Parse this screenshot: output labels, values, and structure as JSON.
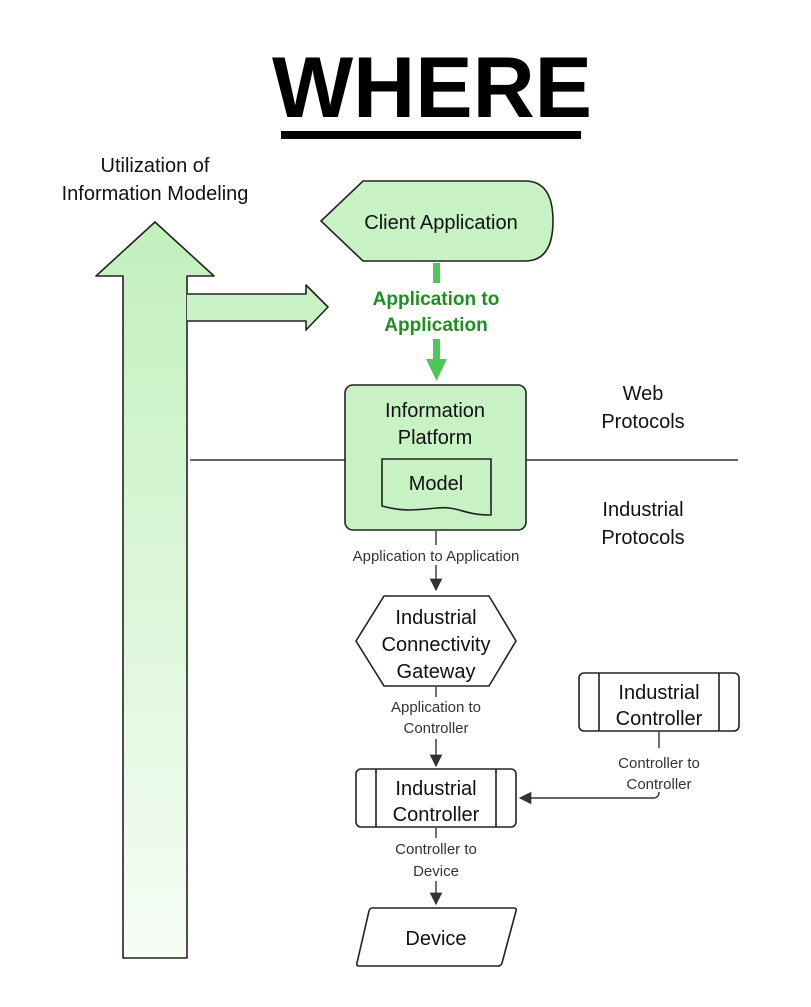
{
  "title": "WHERE",
  "utilization": {
    "line1": "Utilization of",
    "line2": "Information Modeling"
  },
  "nodes": {
    "client_application": "Client Application",
    "information_platform": {
      "line1": "Information",
      "line2": "Platform"
    },
    "model": "Model",
    "gateway": {
      "line1": "Industrial",
      "line2": "Connectivity",
      "line3": "Gateway"
    },
    "controller_main": {
      "line1": "Industrial",
      "line2": "Controller"
    },
    "controller_side": {
      "line1": "Industrial",
      "line2": "Controller"
    },
    "device": "Device"
  },
  "zones": {
    "web": {
      "line1": "Web",
      "line2": "Protocols"
    },
    "industrial": {
      "line1": "Industrial",
      "line2": "Protocols"
    }
  },
  "edges": {
    "client_to_platform": {
      "line1": "Application to",
      "line2": "Application"
    },
    "platform_to_gateway": "Application to Application",
    "gateway_to_controller": {
      "line1": "Application to",
      "line2": "Controller"
    },
    "controller_to_controller": {
      "line1": "Controller to",
      "line2": "Controller"
    },
    "controller_to_device": {
      "line1": "Controller to",
      "line2": "Device"
    }
  },
  "colors": {
    "node_fill": "#c8f2c4",
    "green_connector": "#4cc85a",
    "green_text": "#1f8f1f",
    "arrow_gradient_top": "#c2f0bd",
    "arrow_gradient_bottom": "#f6fdf5"
  }
}
